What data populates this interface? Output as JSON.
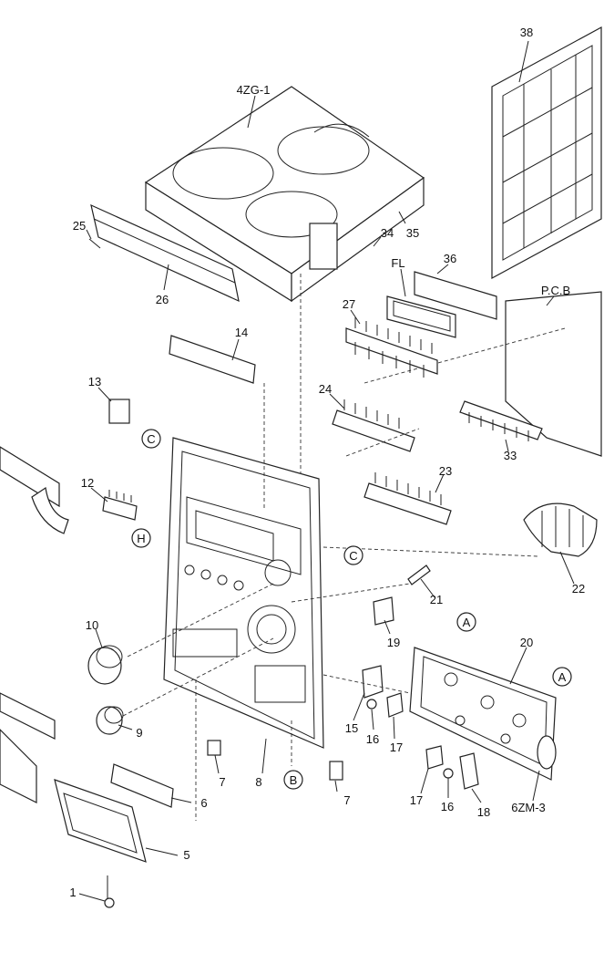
{
  "diagram": {
    "labels": {
      "l38": "38",
      "l4zg1": "4ZG-1",
      "l25": "25",
      "l26": "26",
      "l34": "34",
      "l35": "35",
      "lfl": "FL",
      "l36": "36",
      "lpcb": "P.C.B",
      "l27": "27",
      "l14": "14",
      "l13": "13",
      "l24": "24",
      "l33": "33",
      "l23": "23",
      "l12": "12",
      "l22": "22",
      "l21": "21",
      "l10": "10",
      "l19": "19",
      "l20": "20",
      "l9": "9",
      "l15": "15",
      "l16a": "16",
      "l17a": "17",
      "l7a": "7",
      "l8": "8",
      "l7b": "7",
      "l17b": "17",
      "l16b": "16",
      "l18": "18",
      "l6zm3": "6ZM-3",
      "l6": "6",
      "l5": "5",
      "l1": "1"
    },
    "circled": {
      "c1": "C",
      "c2": "C",
      "h": "H",
      "a1": "A",
      "a2": "A",
      "b": "B"
    }
  }
}
